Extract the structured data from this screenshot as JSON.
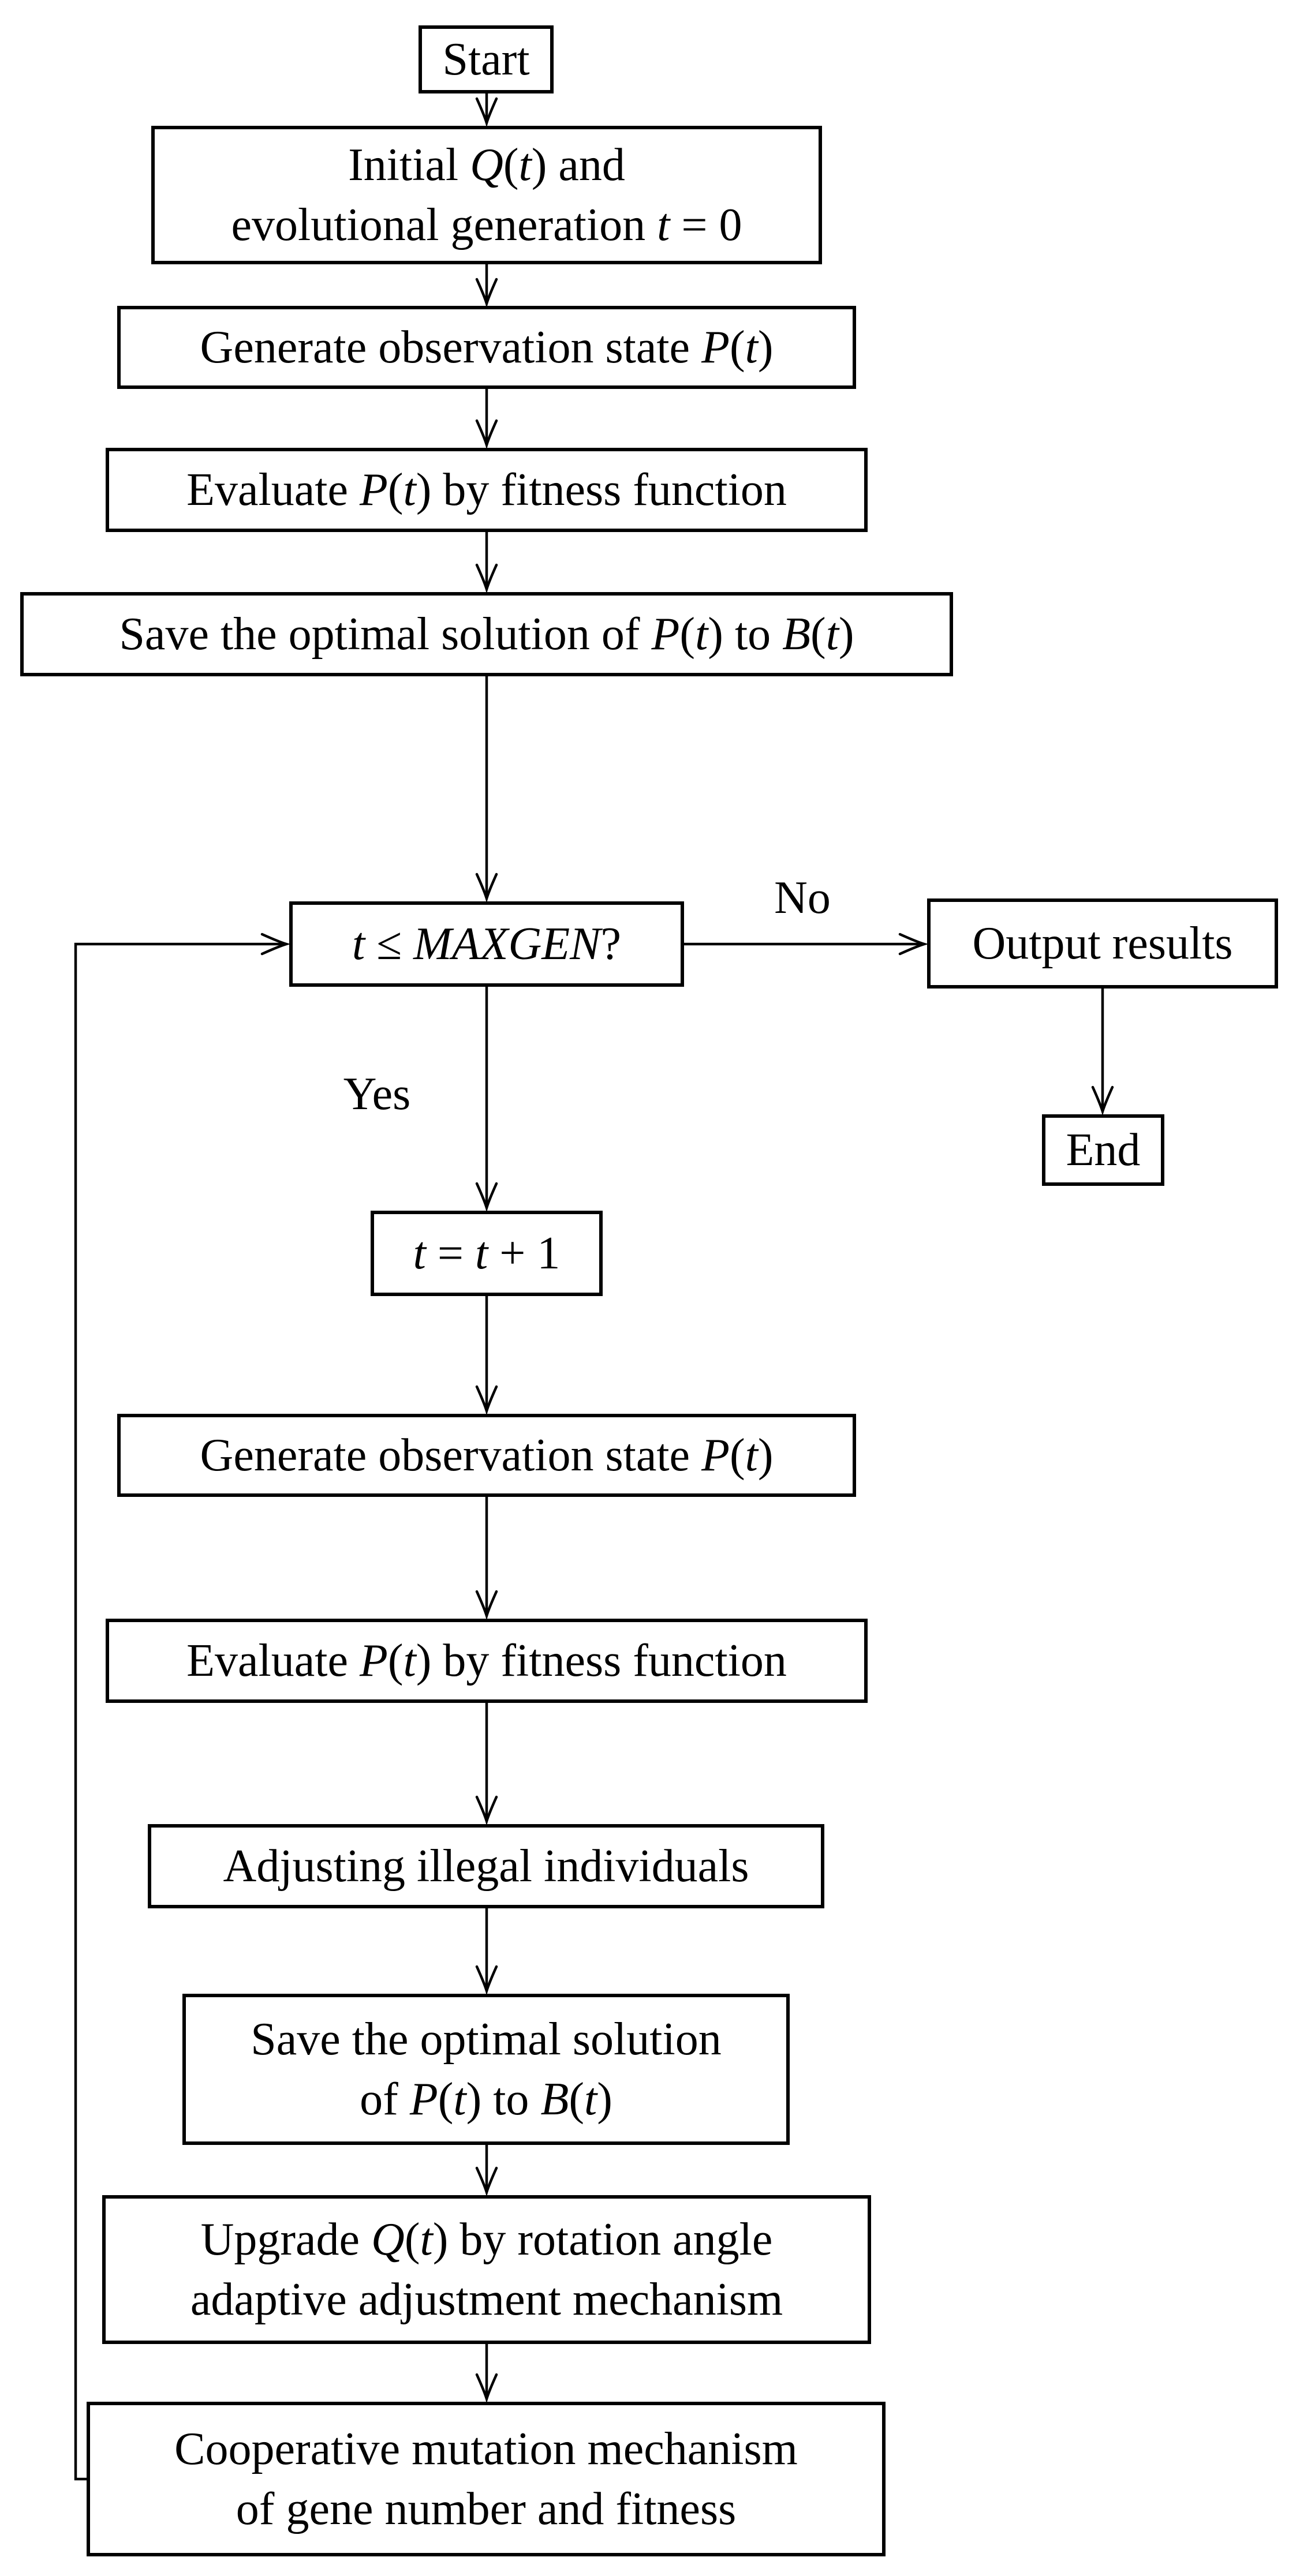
{
  "figure": {
    "type": "flowchart",
    "background_color": "#ffffff",
    "line_color": "#000000",
    "text_color": "#000000"
  },
  "edges": {
    "yes_label": "Yes",
    "no_label": "No"
  },
  "nodes": [
    {
      "id": "start",
      "text": "Start",
      "lines": [
        [
          [
            "Start",
            0
          ]
        ]
      ]
    },
    {
      "id": "init",
      "text": "Initial Q(t) and evolutional generation t = 0",
      "lines": [
        [
          [
            "Initial ",
            0
          ],
          [
            "Q",
            1
          ],
          [
            "(",
            0
          ],
          [
            "t",
            1
          ],
          [
            ") and",
            0
          ]
        ],
        [
          [
            "evolutional generation ",
            0
          ],
          [
            "t",
            1
          ],
          [
            " = 0",
            0
          ]
        ]
      ]
    },
    {
      "id": "generate-1",
      "text": "Generate observation state P(t)",
      "lines": [
        [
          [
            "Generate observation state ",
            0
          ],
          [
            "P",
            1
          ],
          [
            "(",
            0
          ],
          [
            "t",
            1
          ],
          [
            ")",
            0
          ]
        ]
      ]
    },
    {
      "id": "evaluate-1",
      "text": "Evaluate P(t) by fitness function",
      "lines": [
        [
          [
            "Evaluate ",
            0
          ],
          [
            "P",
            1
          ],
          [
            "(",
            0
          ],
          [
            "t",
            1
          ],
          [
            ") by fitness function",
            0
          ]
        ]
      ]
    },
    {
      "id": "save-1",
      "text": "Save the optimal solution of P(t) to B(t)",
      "lines": [
        [
          [
            "Save the optimal solution of ",
            0
          ],
          [
            "P",
            1
          ],
          [
            "(",
            0
          ],
          [
            "t",
            1
          ],
          [
            ") to ",
            0
          ],
          [
            "B",
            1
          ],
          [
            "(",
            0
          ],
          [
            "t",
            1
          ],
          [
            ")",
            0
          ]
        ]
      ]
    },
    {
      "id": "decision",
      "text": "t ≤ MAXGEN?",
      "lines": [
        [
          [
            "t",
            1
          ],
          [
            " ≤ ",
            0
          ],
          [
            "MAXGEN",
            1
          ],
          [
            "?",
            0
          ]
        ]
      ]
    },
    {
      "id": "output",
      "text": "Output results",
      "lines": [
        [
          [
            "Output results",
            0
          ]
        ]
      ]
    },
    {
      "id": "end",
      "text": "End",
      "lines": [
        [
          [
            "End",
            0
          ]
        ]
      ]
    },
    {
      "id": "increment",
      "text": "t = t + 1",
      "lines": [
        [
          [
            "t",
            1
          ],
          [
            " = ",
            0
          ],
          [
            "t",
            1
          ],
          [
            " + 1",
            0
          ]
        ]
      ]
    },
    {
      "id": "generate-2",
      "text": "Generate observation state P(t)",
      "lines": [
        [
          [
            "Generate observation state ",
            0
          ],
          [
            "P",
            1
          ],
          [
            "(",
            0
          ],
          [
            "t",
            1
          ],
          [
            ")",
            0
          ]
        ]
      ]
    },
    {
      "id": "evaluate-2",
      "text": "Evaluate P(t) by fitness function",
      "lines": [
        [
          [
            "Evaluate ",
            0
          ],
          [
            "P",
            1
          ],
          [
            "(",
            0
          ],
          [
            "t",
            1
          ],
          [
            ") by fitness function",
            0
          ]
        ]
      ]
    },
    {
      "id": "adjust",
      "text": "Adjusting illegal individuals",
      "lines": [
        [
          [
            "Adjusting illegal individuals",
            0
          ]
        ]
      ]
    },
    {
      "id": "save-2",
      "text": "Save the optimal solution of P(t) to B(t)",
      "lines": [
        [
          [
            "Save the optimal solution",
            0
          ]
        ],
        [
          [
            "of ",
            0
          ],
          [
            "P",
            1
          ],
          [
            "(",
            0
          ],
          [
            "t",
            1
          ],
          [
            ") to ",
            0
          ],
          [
            "B",
            1
          ],
          [
            "(",
            0
          ],
          [
            "t",
            1
          ],
          [
            ")",
            0
          ]
        ]
      ]
    },
    {
      "id": "upgrade",
      "text": "Upgrade Q(t) by rotation angle adaptive adjustment mechanism",
      "lines": [
        [
          [
            "Upgrade ",
            0
          ],
          [
            "Q",
            1
          ],
          [
            "(",
            0
          ],
          [
            "t",
            1
          ],
          [
            ") by rotation angle",
            0
          ]
        ],
        [
          [
            "adaptive adjustment mechanism",
            0
          ]
        ]
      ]
    },
    {
      "id": "cooperative",
      "text": "Cooperative mutation mechanism of gene number and fitness",
      "lines": [
        [
          [
            "Cooperative mutation mechanism",
            0
          ]
        ],
        [
          [
            "of gene number and fitness",
            0
          ]
        ]
      ]
    }
  ]
}
